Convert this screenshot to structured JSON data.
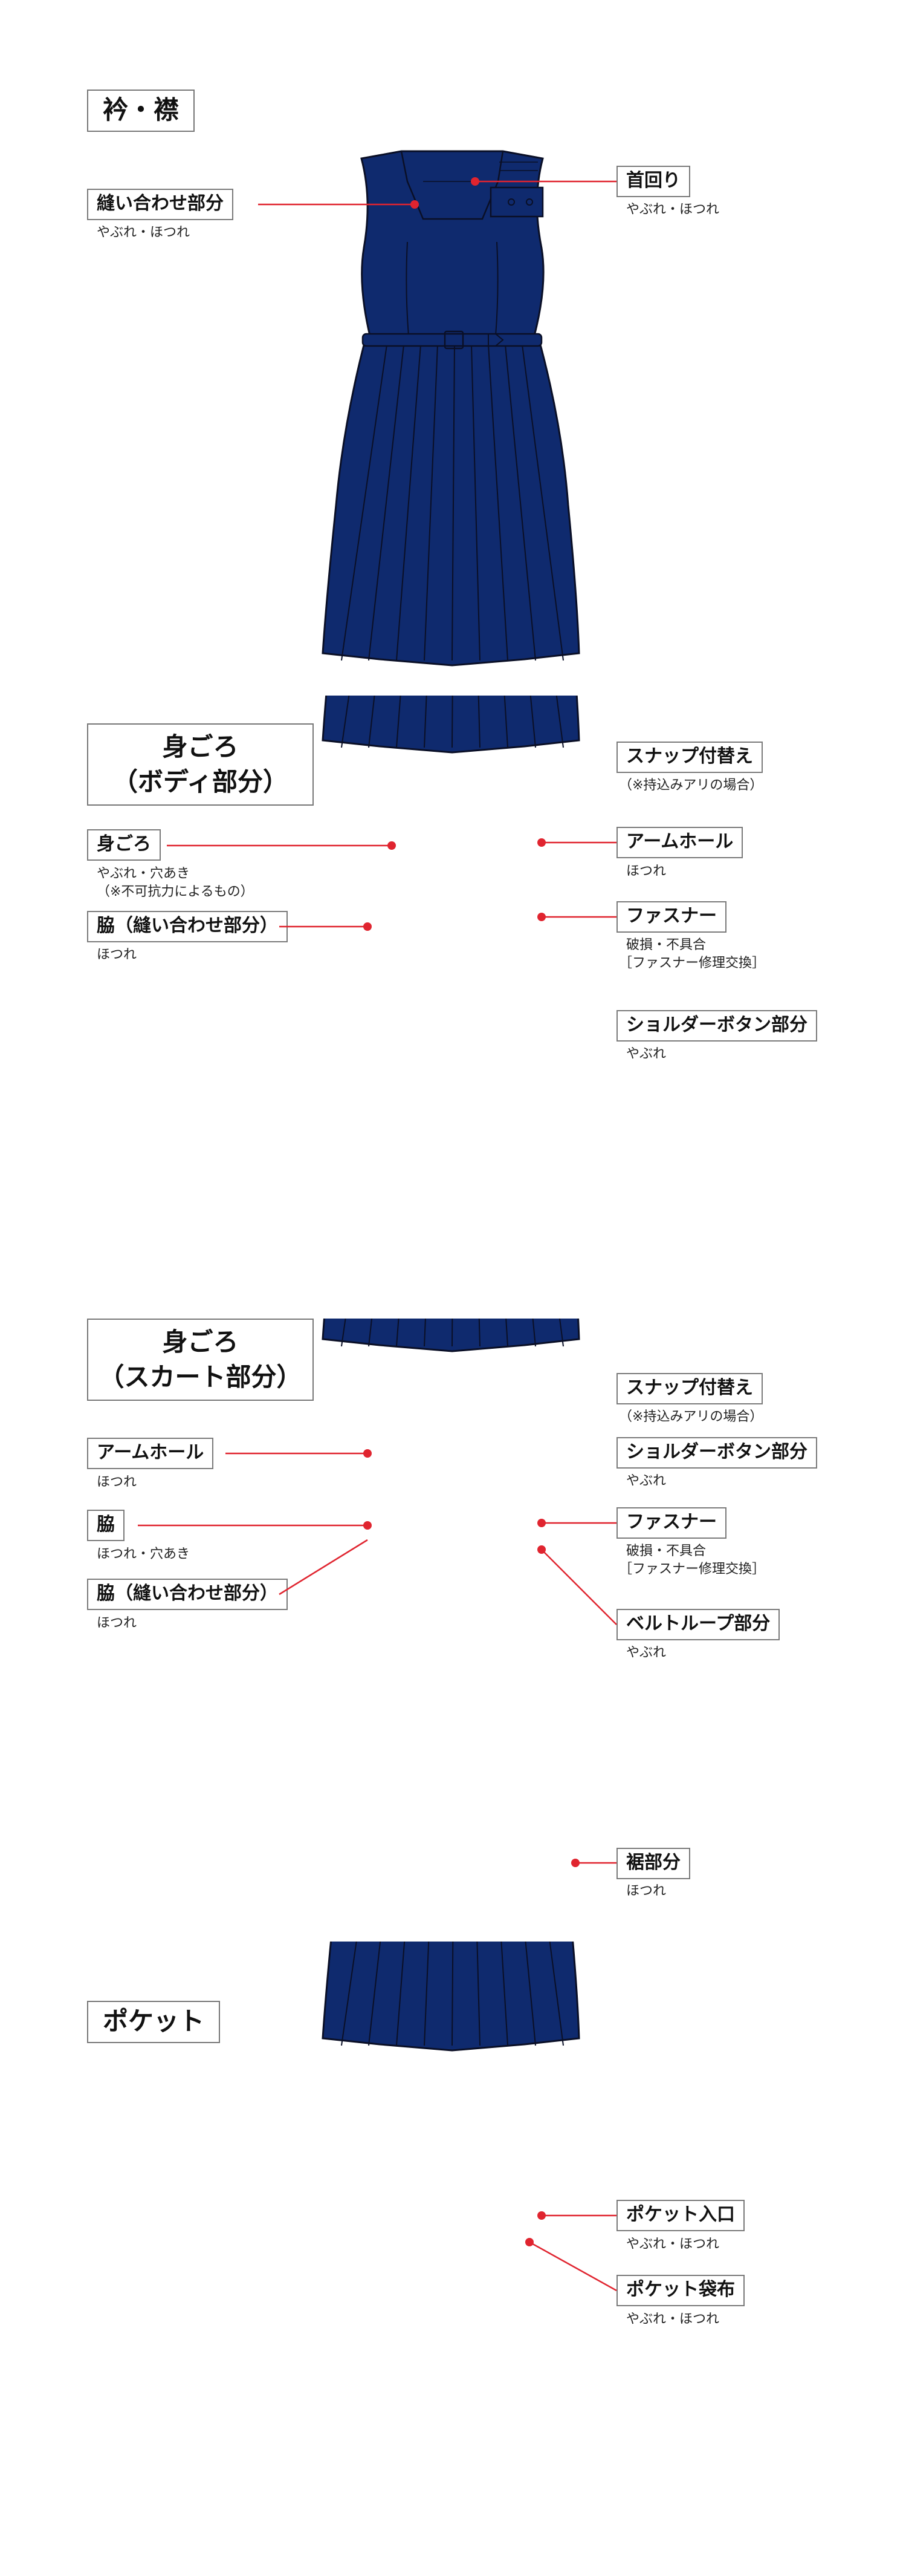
{
  "colors": {
    "dress": "#0f2a6e",
    "outline": "#0a0f26",
    "leader": "#e0242f",
    "border": "#7a7a7a"
  },
  "sections": {
    "collar": {
      "title": "衿・襟",
      "labels": {
        "seam": {
          "name": "縫い合わせ部分",
          "note": "やぶれ・ほつれ"
        },
        "neck": {
          "name": "首回り",
          "note": "やぶれ・ほつれ"
        }
      }
    },
    "body": {
      "title_line1": "身ごろ",
      "title_line2": "（ボディ部分）",
      "labels": {
        "body": {
          "name": "身ごろ",
          "note1": "やぶれ・穴あき",
          "note2": "（※不可抗力によるもの）"
        },
        "side_seam": {
          "name": "脇（縫い合わせ部分）",
          "note": "ほつれ"
        },
        "snap": {
          "name": "スナップ付替え",
          "note": "（※持込みアリの場合）"
        },
        "armhole": {
          "name": "アームホール",
          "note": "ほつれ"
        },
        "fastener": {
          "name": "ファスナー",
          "note1": "破損・不具合",
          "note2": "［ファスナー修理交換］"
        },
        "shoulder_button": {
          "name": "ショルダーボタン部分",
          "note": "やぶれ"
        }
      }
    },
    "skirt": {
      "title_line1": "身ごろ",
      "title_line2": "（スカート部分）",
      "labels": {
        "armhole": {
          "name": "アームホール",
          "note": "ほつれ"
        },
        "side": {
          "name": "脇",
          "note": "ほつれ・穴あき"
        },
        "side_seam": {
          "name": "脇（縫い合わせ部分）",
          "note": "ほつれ"
        },
        "snap": {
          "name": "スナップ付替え",
          "note": "（※持込みアリの場合）"
        },
        "shoulder_button": {
          "name": "ショルダーボタン部分",
          "note": "やぶれ"
        },
        "fastener": {
          "name": "ファスナー",
          "note1": "破損・不具合",
          "note2": "［ファスナー修理交換］"
        },
        "belt_loop": {
          "name": "ベルトループ部分",
          "note": "やぶれ"
        },
        "hem": {
          "name": "裾部分",
          "note": "ほつれ"
        }
      }
    },
    "pocket": {
      "title": "ポケット",
      "labels": {
        "entrance": {
          "name": "ポケット入口",
          "note": "やぶれ・ほつれ"
        },
        "bag": {
          "name": "ポケット袋布",
          "note": "やぶれ・ほつれ"
        }
      }
    }
  }
}
